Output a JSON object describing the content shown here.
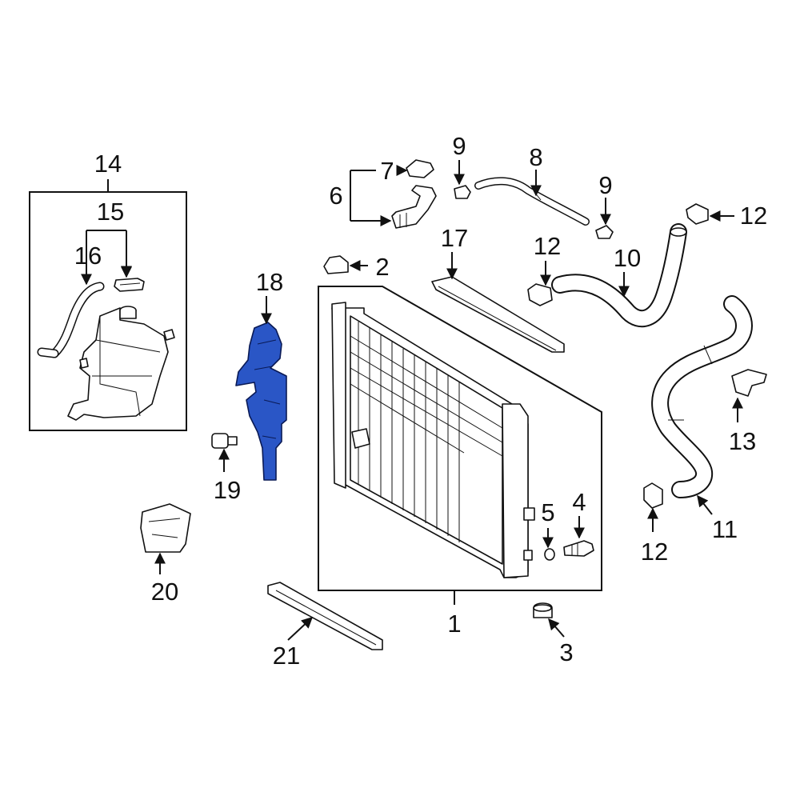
{
  "callouts": [
    {
      "id": "1",
      "text": "1"
    },
    {
      "id": "2",
      "text": "2"
    },
    {
      "id": "3",
      "text": "3"
    },
    {
      "id": "4",
      "text": "4"
    },
    {
      "id": "5",
      "text": "5"
    },
    {
      "id": "6",
      "text": "6"
    },
    {
      "id": "7",
      "text": "7"
    },
    {
      "id": "8",
      "text": "8"
    },
    {
      "id": "9a",
      "text": "9"
    },
    {
      "id": "9b",
      "text": "9"
    },
    {
      "id": "10",
      "text": "10"
    },
    {
      "id": "11",
      "text": "11"
    },
    {
      "id": "12a",
      "text": "12"
    },
    {
      "id": "12b",
      "text": "12"
    },
    {
      "id": "12c",
      "text": "12"
    },
    {
      "id": "13",
      "text": "13"
    },
    {
      "id": "14",
      "text": "14"
    },
    {
      "id": "15",
      "text": "15"
    },
    {
      "id": "16",
      "text": "16"
    },
    {
      "id": "17",
      "text": "17"
    },
    {
      "id": "18",
      "text": "18"
    },
    {
      "id": "19",
      "text": "19"
    },
    {
      "id": "20",
      "text": "20"
    },
    {
      "id": "21",
      "text": "21"
    }
  ],
  "highlighted_part": "18",
  "colors": {
    "highlight": "#2a56c6",
    "line": "#111111",
    "background": "#ffffff"
  }
}
